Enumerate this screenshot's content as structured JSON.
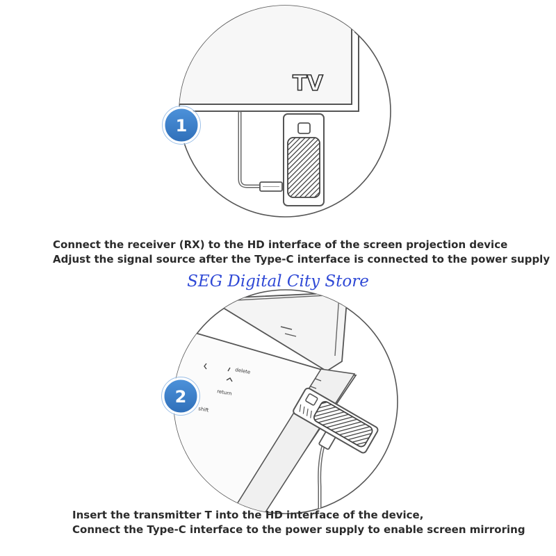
{
  "step1": {
    "badge": "1",
    "tv_label": "TV",
    "caption_lines": [
      "Connect the receiver (RX) to the HD interface of the screen projection device",
      "Adjust the signal source after the Type-C interface is connected to the power supply"
    ]
  },
  "watermark": {
    "text": "SEG Digital City Store",
    "color": "#2f49d6"
  },
  "step2": {
    "badge": "2",
    "keys": {
      "delete": "delete",
      "return": "return",
      "shift": "shift"
    },
    "caption_lines": [
      "Insert the transmitter T into the HD interface of the device,",
      "Connect the Type-C interface to the power supply to enable screen mirroring"
    ]
  },
  "colors": {
    "badge_fill": "#3a7fcb",
    "line": "#555555",
    "text": "#2b2b2b"
  }
}
